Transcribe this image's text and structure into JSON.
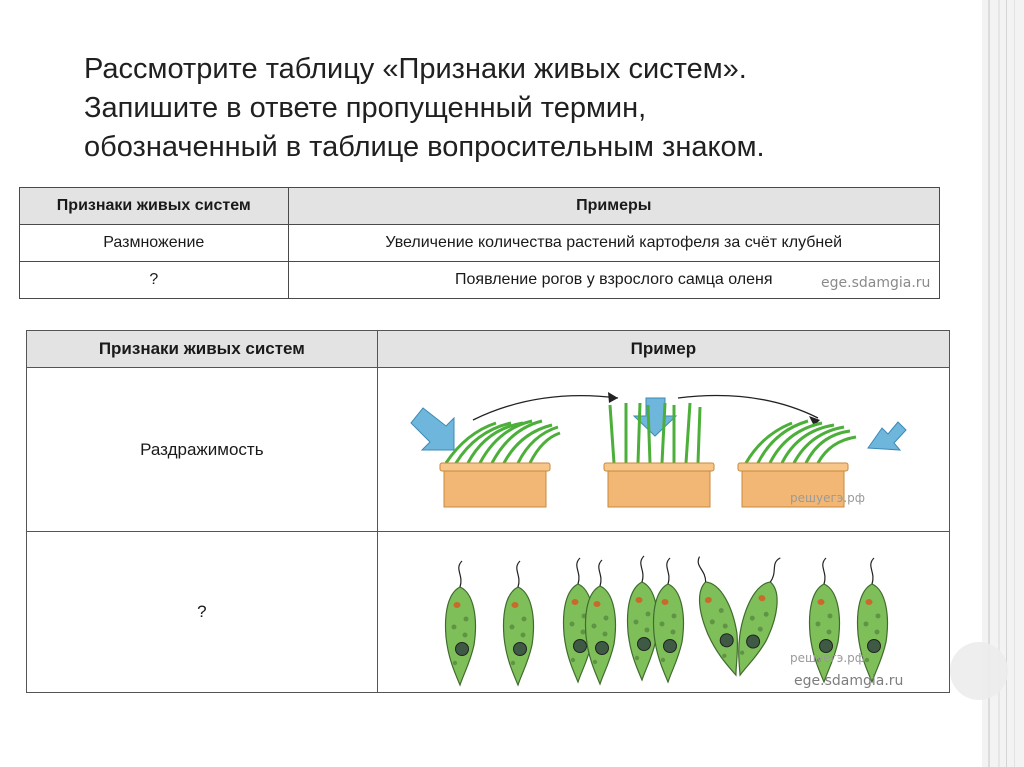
{
  "question": {
    "lines": [
      "Рассмотрите таблицу «Признаки живых систем».",
      "Запишите в ответе пропущенный термин,",
      "обозначенный в таблице вопросительным знаком."
    ]
  },
  "table1": {
    "headers": [
      "Признаки живых систем",
      "Примеры"
    ],
    "rows": [
      [
        "Размножение",
        "Увеличение количества растений картофеля за счёт клубней"
      ],
      [
        "?",
        "Появление рогов у взрослого самца оленя"
      ]
    ],
    "watermark": "ege.sdamgia.ru"
  },
  "table2": {
    "headers": [
      "Признаки живых систем",
      "Пример"
    ],
    "rows": [
      {
        "label": "Раздражимость",
        "figure": "plant-phototropism",
        "watermark": "решуегэ.рф"
      },
      {
        "label": "?",
        "figure": "euglena-division",
        "watermark": "решуегэ.рф"
      }
    ],
    "watermark": "ege.sdamgia.ru"
  },
  "colors": {
    "arrow_blue": "#6fb6dc",
    "pot": "#f2b774",
    "plant": "#4caf3a",
    "euglena": "#7fbf5a",
    "header_bg": "#e3e3e3"
  }
}
